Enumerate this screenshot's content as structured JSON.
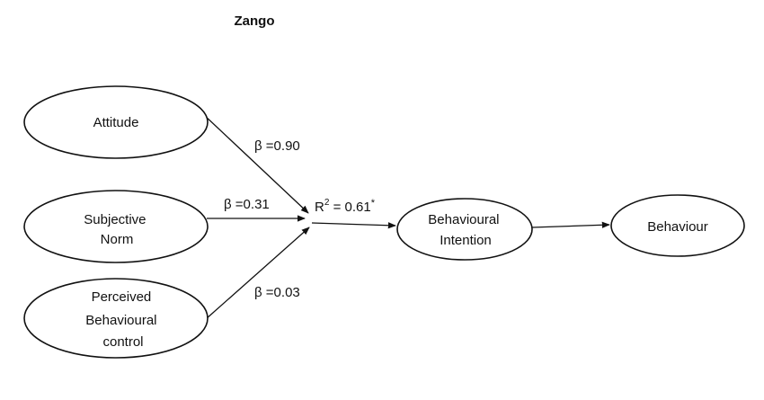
{
  "title": "Zango",
  "nodes": {
    "attitude": {
      "lines": [
        "Attitude"
      ]
    },
    "subjective_norm": {
      "lines": [
        "Subjective",
        "Norm"
      ]
    },
    "perceived_control": {
      "lines": [
        "Perceived",
        "Behavioural",
        "control"
      ]
    },
    "intention": {
      "lines": [
        "Behavioural",
        "Intention"
      ]
    },
    "behaviour": {
      "lines": [
        "Behaviour"
      ]
    }
  },
  "edges": {
    "attitude_beta": "β =0.90",
    "norm_beta": "β =0.31",
    "control_beta": "β =0.03",
    "r2_prefix": "R",
    "r2_sup": "2",
    "r2_value": " = 0.61",
    "r2_sig": "*"
  },
  "colors": {
    "stroke": "#111111",
    "background": "#ffffff"
  }
}
